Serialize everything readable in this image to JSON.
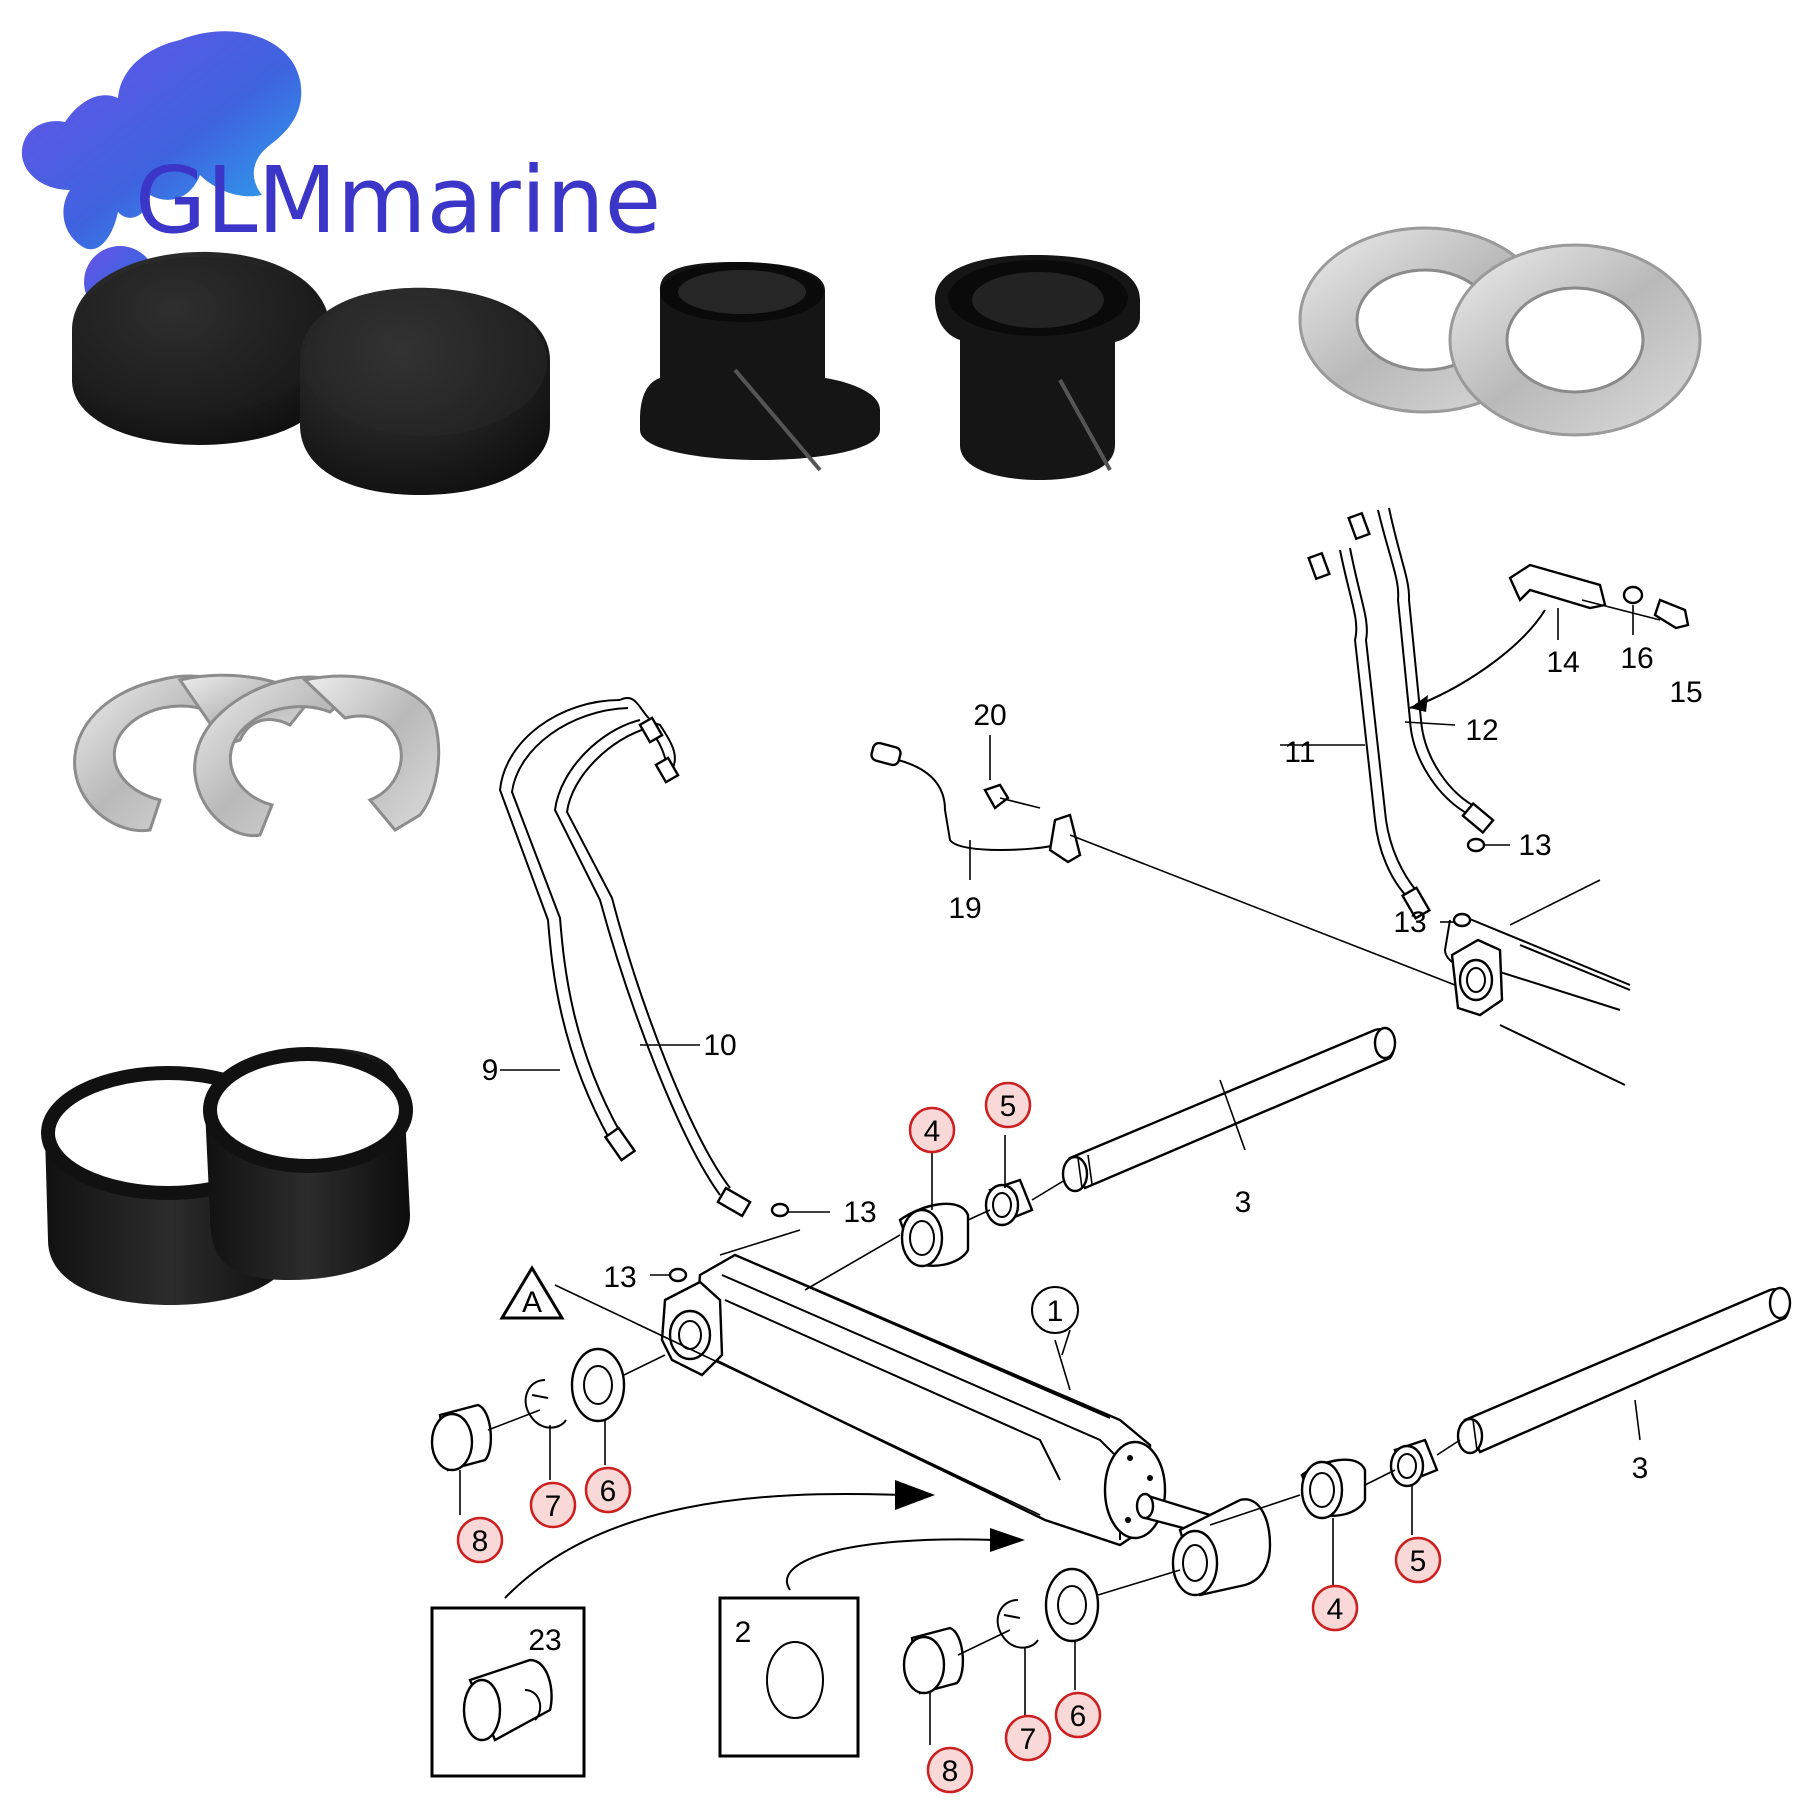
{
  "brand": {
    "name": "GLMmarine",
    "color": "#3b35c8",
    "blob_color": "#3f63e0"
  },
  "colors": {
    "highlight_fill": "#f9d8d8",
    "highlight_stroke": "#cc1f1f",
    "rubber": "#1a1a1a",
    "steel": "#c9c9c9"
  },
  "photos": [
    {
      "name": "end-caps",
      "qty": 2
    },
    {
      "name": "flanged-bushings",
      "qty": 2
    },
    {
      "name": "washers",
      "qty": 2
    },
    {
      "name": "e-clips",
      "qty": 2
    },
    {
      "name": "rubber-rings",
      "qty": 2
    }
  ],
  "diagram": {
    "callouts_plain": [
      "1",
      "2",
      "3",
      "3",
      "9",
      "10",
      "11",
      "12",
      "13",
      "13",
      "13",
      "13",
      "14",
      "15",
      "16",
      "19",
      "20",
      "23"
    ],
    "callouts_highlighted": [
      "4",
      "4",
      "5",
      "5",
      "6",
      "6",
      "7",
      "7",
      "8",
      "8"
    ],
    "reference_marker": "A",
    "labels": {
      "p1": "1",
      "p2": "2",
      "p3a": "3",
      "p3b": "3",
      "p4a": "4",
      "p4b": "4",
      "p5a": "5",
      "p5b": "5",
      "p6a": "6",
      "p6b": "6",
      "p7a": "7",
      "p7b": "7",
      "p8a": "8",
      "p8b": "8",
      "p9": "9",
      "p10": "10",
      "p11": "11",
      "p12": "12",
      "p13a": "13",
      "p13b": "13",
      "p13c": "13",
      "p13d": "13",
      "p14": "14",
      "p15": "15",
      "p16": "16",
      "p19": "19",
      "p20": "20",
      "p23": "23",
      "marker": "A"
    }
  }
}
